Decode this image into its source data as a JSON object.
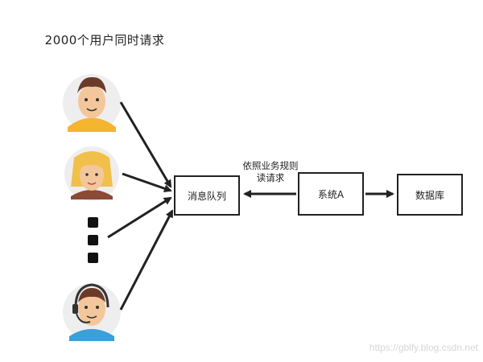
{
  "users": {
    "title": "2000个用户同时请求"
  },
  "nodes": {
    "queue": "消息队列",
    "system_a": "系统A",
    "database": "数据库"
  },
  "edge_label": "依照业务规则读请求",
  "watermark": "https://gblfy.blog.csdn.net",
  "colors": {
    "stroke": "#222222",
    "skin": "#f3c79b",
    "shirt_yellow": "#f5b52e",
    "shirt_brown": "#8b4a36",
    "shirt_blue": "#3aa0d8",
    "avatar_bg": "#eeeeee"
  },
  "icons": [
    "male-user-icon",
    "female-user-icon",
    "more-users-icon",
    "support-agent-icon"
  ]
}
